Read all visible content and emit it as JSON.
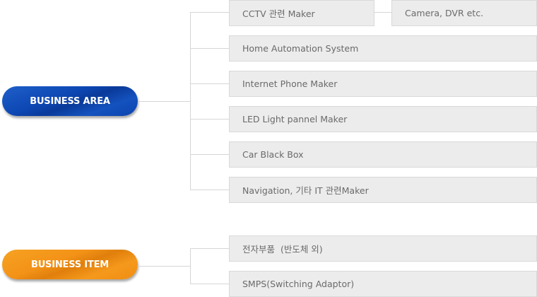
{
  "groups": [
    {
      "label": "BUSINESS AREA",
      "color": "#0d47b3",
      "items": [
        {
          "label": "CCTV 관련 Maker",
          "sub": "Camera, DVR etc."
        },
        {
          "label": "Home Automation System"
        },
        {
          "label": "Internet Phone Maker"
        },
        {
          "label": "LED Light pannel Maker"
        },
        {
          "label": "Car Black Box"
        },
        {
          "label": "Navigation, 기타 IT 관련Maker"
        }
      ]
    },
    {
      "label": "BUSINESS ITEM",
      "color": "#f39217",
      "items": [
        {
          "label": "전자부품  (반도체 외)"
        },
        {
          "label": "SMPS(Switching Adaptor)"
        }
      ]
    }
  ]
}
